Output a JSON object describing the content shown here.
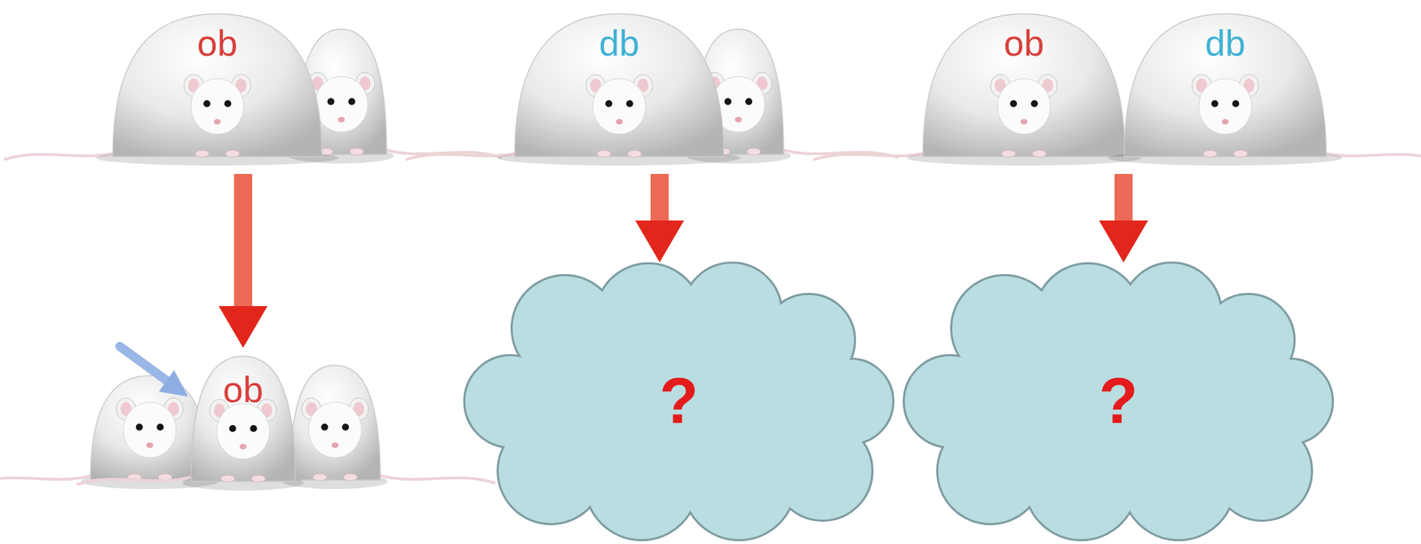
{
  "diagram": {
    "nodes": [
      {
        "text": [
          "ob"
        ]
      },
      {
        "text": [
          "db"
        ]
      },
      {
        "text": [
          "ob"
        ]
      },
      {
        "text": [
          "db"
        ]
      },
      {
        "text": [
          "ob"
        ]
      },
      {
        "text": [
          "?"
        ]
      },
      {
        "text": [
          "?"
        ]
      }
    ],
    "edges": [
      {
        "from": 0,
        "to": 4,
        "arrow": "to"
      },
      {
        "from": 1,
        "to": 5,
        "arrow": "to"
      },
      {
        "from": 2,
        "to": 6,
        "arrow": "to"
      },
      {
        "from": 3,
        "to": 6,
        "arrow": "to"
      }
    ]
  }
}
